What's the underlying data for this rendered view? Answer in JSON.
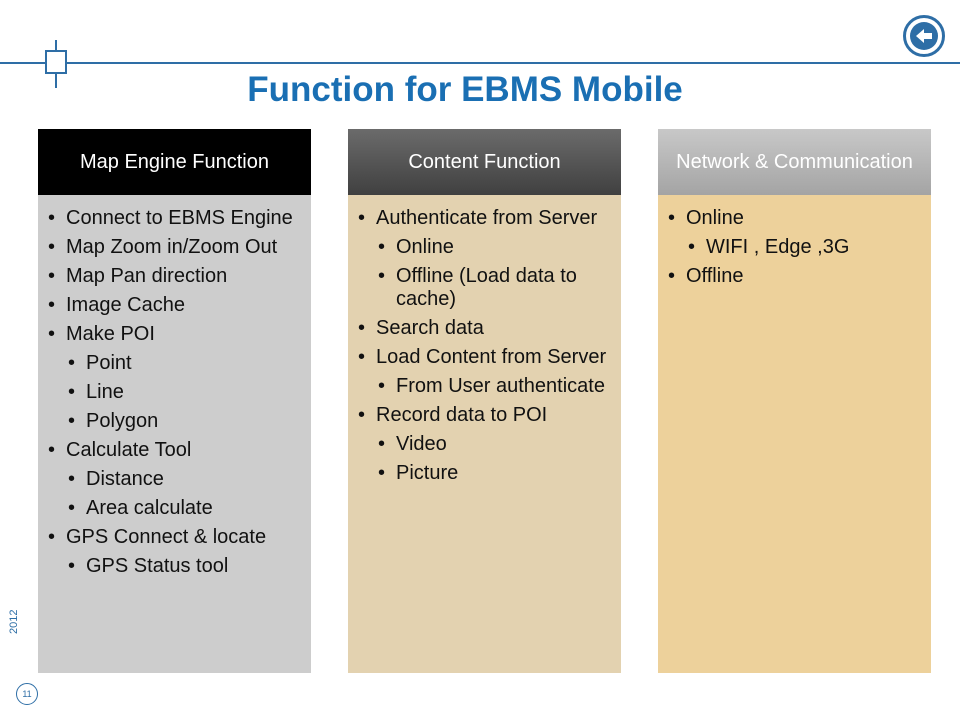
{
  "slide": {
    "title": "Function for EBMS Mobile",
    "year": "2012",
    "page_number": "11"
  },
  "columns": [
    {
      "header": "Map Engine Function",
      "items": [
        {
          "level": 1,
          "text": "Connect to EBMS Engine"
        },
        {
          "level": 1,
          "text": "Map Zoom in/Zoom Out"
        },
        {
          "level": 1,
          "text": "Map Pan direction"
        },
        {
          "level": 1,
          "text": "Image Cache"
        },
        {
          "level": 1,
          "text": "Make POI"
        },
        {
          "level": 2,
          "text": "Point"
        },
        {
          "level": 2,
          "text": "Line"
        },
        {
          "level": 2,
          "text": "Polygon"
        },
        {
          "level": 1,
          "text": "Calculate Tool"
        },
        {
          "level": 2,
          "text": "Distance"
        },
        {
          "level": 2,
          "text": "Area calculate"
        },
        {
          "level": 1,
          "text": "GPS Connect & locate"
        },
        {
          "level": 2,
          "text": "GPS Status tool"
        }
      ]
    },
    {
      "header": "Content Function",
      "items": [
        {
          "level": 1,
          "text": "Authenticate from Server"
        },
        {
          "level": 2,
          "text": "Online"
        },
        {
          "level": 2,
          "text": "Offline (Load data to cache)"
        },
        {
          "level": 1,
          "text": "Search data"
        },
        {
          "level": 1,
          "text": "Load Content from Server"
        },
        {
          "level": 2,
          "text": "From User authenticate"
        },
        {
          "level": 1,
          "text": "Record data to POI"
        },
        {
          "level": 2,
          "text": "Video"
        },
        {
          "level": 2,
          "text": "Picture"
        }
      ]
    },
    {
      "header": "Network & Communication",
      "items": [
        {
          "level": 1,
          "text": "Online"
        },
        {
          "level": 2,
          "text": "WIFI , Edge ,3G"
        },
        {
          "level": 1,
          "text": "Offline"
        }
      ]
    }
  ],
  "icons": {
    "back": "arrow-left-icon"
  },
  "colors": {
    "accent": "#2e6ea6",
    "title": "#1a6fb3",
    "col1_header": "#000000",
    "col2_header": "#505050",
    "col3_header": "#b4b4b4",
    "col1_body": "#cdcdcd",
    "col2_body": "#e3d2b0",
    "col3_body": "#edd19b"
  }
}
